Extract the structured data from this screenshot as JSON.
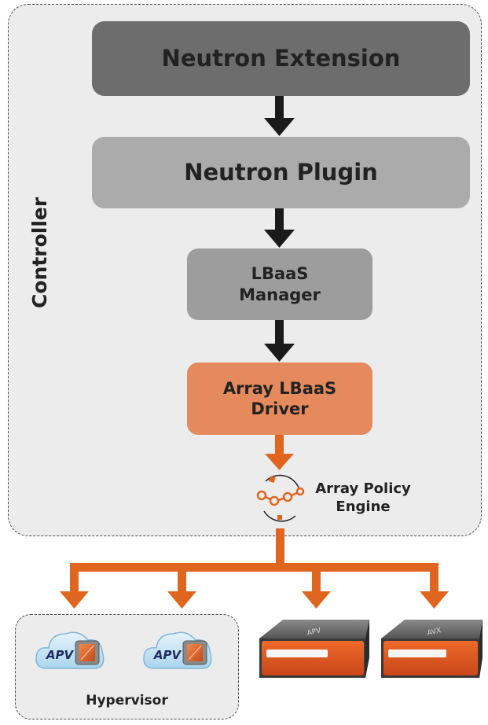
{
  "controller": {
    "label": "Controller"
  },
  "layers": {
    "neutron_extension": "Neutron Extension",
    "neutron_plugin": "Neutron Plugin",
    "lbaas_manager": "LBaaS Manager",
    "array_driver": "Array LBaaS Driver"
  },
  "policy_engine": {
    "label": "Array Policy Engine"
  },
  "hypervisor": {
    "label": "Hypervisor",
    "virtual_appliances": [
      {
        "label": "APV"
      },
      {
        "label": "APV"
      }
    ]
  },
  "hardware_appliances": [
    {
      "label": "APV"
    },
    {
      "label": "AVX"
    }
  ],
  "colors": {
    "arrow_dark": "#1a1a1a",
    "arrow_orange": "#e0661f",
    "driver_fill": "#e58a5c",
    "extension_fill": "#6d6d6d",
    "plugin_fill": "#ababab",
    "manager_fill": "#9d9d9d",
    "frame_fill": "#ececec"
  }
}
